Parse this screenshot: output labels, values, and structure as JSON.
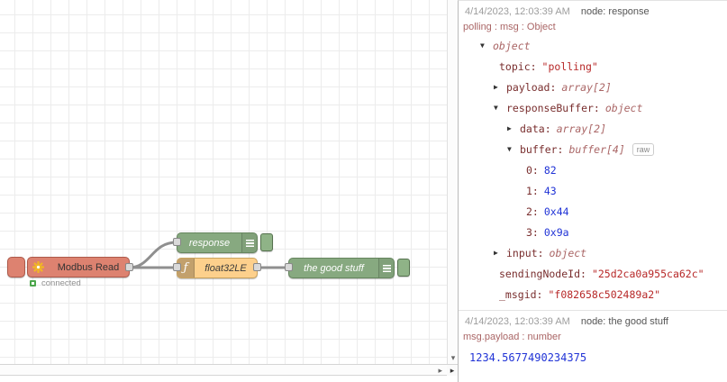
{
  "canvas": {
    "nodes": {
      "modbus": {
        "label": "Modbus Read",
        "status": "connected",
        "color": "#dd8270"
      },
      "response": {
        "label": "response",
        "color": "#87a980"
      },
      "function": {
        "label": "float32LE",
        "color": "#fdd08c"
      },
      "good": {
        "label": "the good stuff",
        "color": "#87a980"
      }
    },
    "icons": {
      "modbus_gear_icon": "gold-gear",
      "function_icon": "ƒ",
      "debug_list_icon": "three-bars"
    },
    "wire_color": "#8f8f8f"
  },
  "scrollbars": {
    "down_arrow": "▾",
    "right_arrow": "▸",
    "corner_arrow": "▸"
  },
  "debug": {
    "colors": {
      "key": "#792e2e",
      "string": "#b72828",
      "number": "#2033d6",
      "meta": "#aa6666"
    },
    "messages": [
      {
        "timestamp": "4/14/2023, 12:03:39 AM",
        "node": "node: response",
        "path": "polling : msg : Object",
        "rows": [
          {
            "caret": "▼",
            "key": "",
            "value": "object"
          },
          {
            "caret": "",
            "key": "topic:",
            "value": "\"polling\""
          },
          {
            "caret": "▶",
            "key": "payload:",
            "value": "array[2]"
          },
          {
            "caret": "▼",
            "key": "responseBuffer:",
            "value": "object"
          },
          {
            "caret": "▶",
            "key": "data:",
            "value": "array[2]"
          },
          {
            "caret": "▼",
            "key": "buffer:",
            "value": "buffer[4]",
            "raw": "raw"
          },
          {
            "caret": "",
            "key": "0:",
            "value": "82"
          },
          {
            "caret": "",
            "key": "1:",
            "value": "43"
          },
          {
            "caret": "",
            "key": "2:",
            "value": "0x44"
          },
          {
            "caret": "",
            "key": "3:",
            "value": "0x9a"
          },
          {
            "caret": "▶",
            "key": "input:",
            "value": "object"
          },
          {
            "caret": "",
            "key": "sendingNodeId:",
            "value": "\"25d2ca0a955ca62c\""
          },
          {
            "caret": "",
            "key": "_msgid:",
            "value": "\"f082658c502489a2\""
          }
        ]
      },
      {
        "timestamp": "4/14/2023, 12:03:39 AM",
        "node": "node: the good stuff",
        "path": "msg.payload : number",
        "value": "1234.5677490234375"
      }
    ]
  }
}
